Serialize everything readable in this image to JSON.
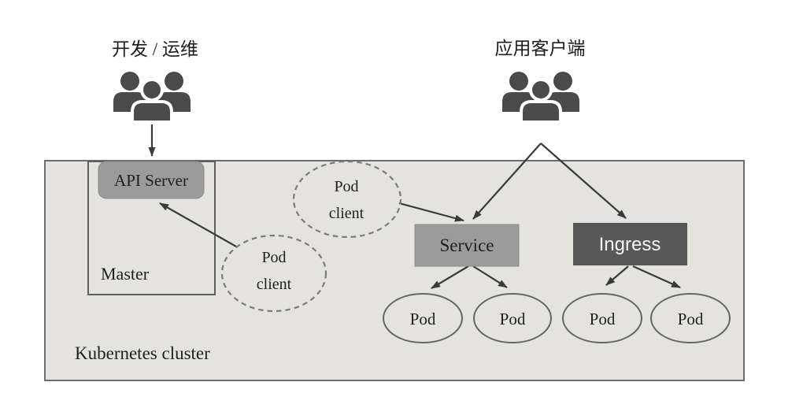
{
  "labels": {
    "dev_ops": "开发 / 运维",
    "app_clients": "应用客户端",
    "cluster": "Kubernetes cluster",
    "master": "Master",
    "api_server": "API Server",
    "service": "Service",
    "ingress": "Ingress",
    "pod_client_top": {
      "line1": "Pod",
      "line2": "client"
    },
    "pod_client_left": {
      "line1": "Pod",
      "line2": "client"
    },
    "service_pods": [
      "Pod",
      "Pod"
    ],
    "ingress_pods": [
      "Pod",
      "Pod"
    ]
  },
  "colors": {
    "cluster_fill": "#e4e3df",
    "cluster_border": "#6e6e6e",
    "master_border": "#5f5f5f",
    "node_gray": "#9b9b9b",
    "node_gray_border": "#8a8a8a",
    "ingress_dark": "#585858",
    "ingress_text": "#f5f5f5",
    "arrow": "#3a3a3a",
    "icon": "#4a4a4a",
    "text_dark": "#1f1f1f"
  }
}
